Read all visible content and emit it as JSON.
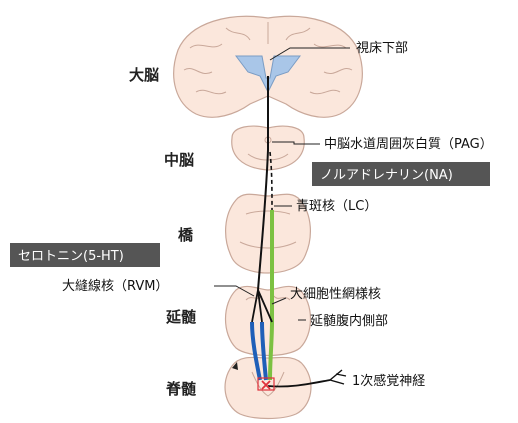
{
  "regions": {
    "cerebrum": "大脳",
    "midbrain": "中脳",
    "pons": "橋",
    "medulla": "延髄",
    "spinal_cord": "脊髄"
  },
  "callouts": {
    "hypothalamus": "視床下部",
    "pag": "中脳水道周囲灰白質（PAG）",
    "locus_coeruleus": "青斑核（LC）",
    "rvm": "大縫線核（RVM）",
    "reticular": "大細胞性網様核",
    "ventral_medulla": "延髄腹内側部",
    "primary_sensory": "1次感覚神経"
  },
  "tags": {
    "noradrenaline": "ノルアドレナリン(NA)",
    "serotonin": "セロトニン(5-HT)"
  },
  "colors": {
    "noradrenaline_path": "#7cc142",
    "serotonin_path": "#1f5fb8",
    "tag_background": "#555555",
    "ventricle": "#a9c6e8",
    "tissue": "#fbe7dc",
    "synapse_mark": "#e0303a"
  }
}
